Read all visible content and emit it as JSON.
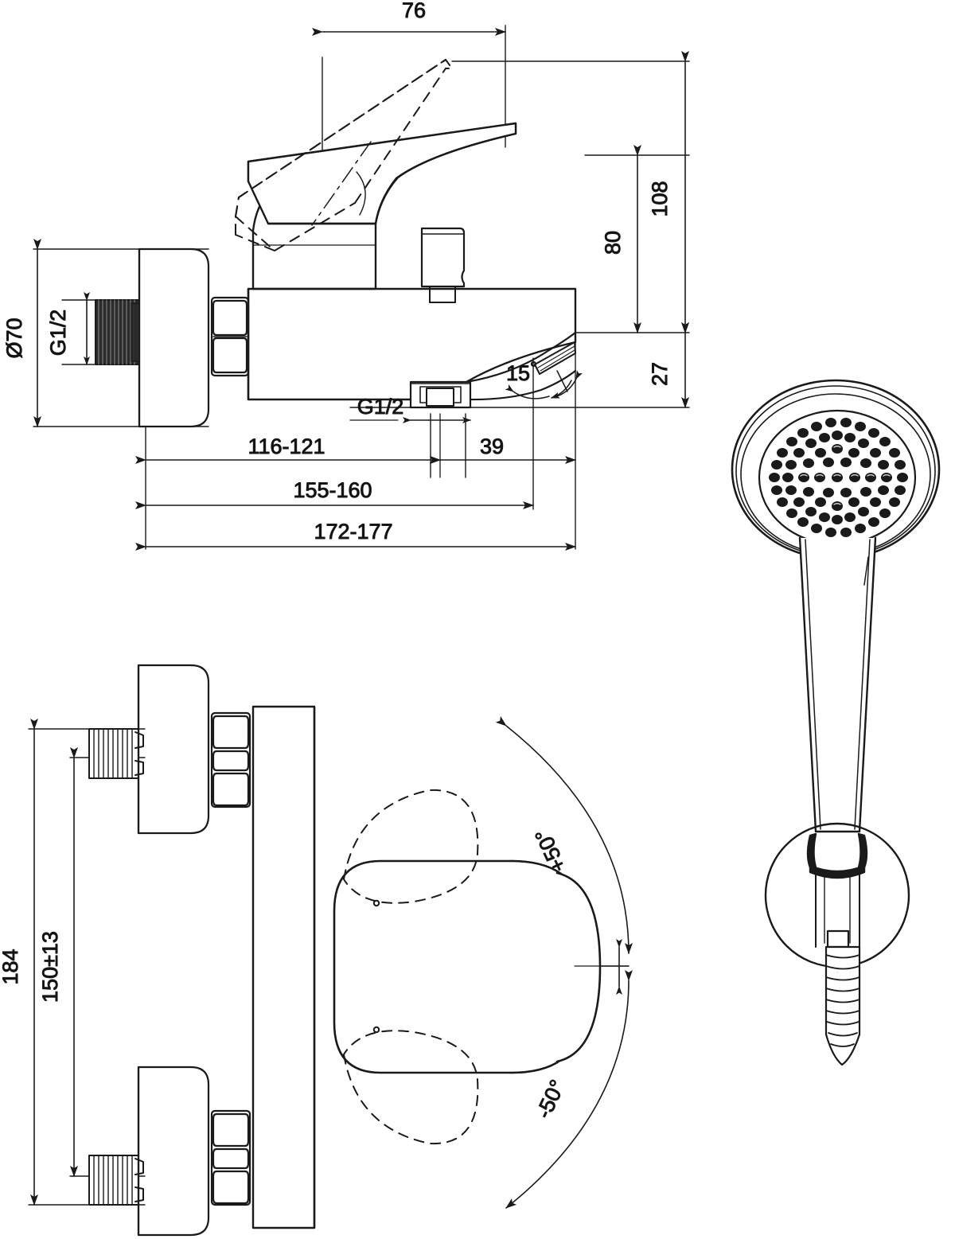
{
  "drawing": {
    "title": "Bath / shower mixer technical dimension drawing",
    "units": "mm",
    "line_color": "#1a1a1a",
    "background": "#ffffff",
    "views": [
      {
        "id": "side-view",
        "name": "Side elevation of wall-mounted bath mixer"
      },
      {
        "id": "top-view",
        "name": "Plan view of mixer with lever swing range"
      },
      {
        "id": "handshower-view",
        "name": "Hand shower with wall holder"
      }
    ]
  },
  "dimensions": {
    "width_76": "76",
    "height_108": "108",
    "height_80": "80",
    "height_27": "27",
    "diameter_70": "Ø70",
    "thread_top": "G1/2",
    "thread_outlet": "G1/2",
    "proj_116_121": "116-121",
    "proj_39": "39",
    "proj_155_160": "155-160",
    "proj_172_177": "172-177",
    "spout_angle": "15",
    "degree_symbol": "°",
    "spout_angle_full": "15°",
    "height_184": "184",
    "center_distance": "150±13",
    "swing_plus": "+50°",
    "swing_minus": "-50°"
  }
}
